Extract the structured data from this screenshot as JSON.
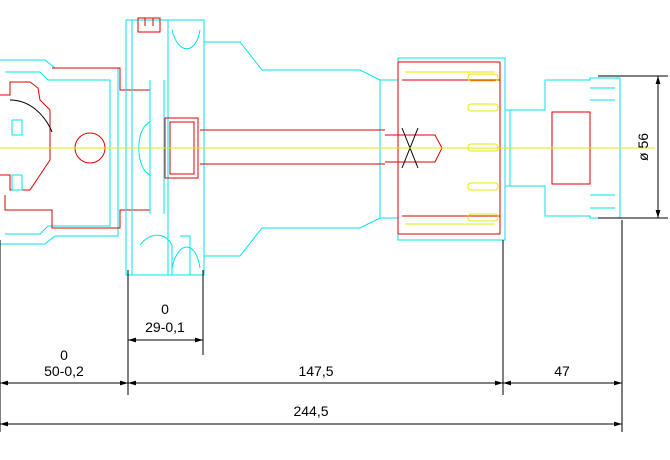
{
  "dimensions": {
    "tol_29_upper": "0",
    "tol_29_lower": "29-0,1",
    "tol_50_upper": "0",
    "tol_50_lower": "50-0,2",
    "len_147": "147,5",
    "len_47": "47",
    "len_total": "244,5",
    "dia_56": "ø 56"
  },
  "colors": {
    "outline": "#00e5ee",
    "section": "#e00000",
    "centerline": "#e8e800",
    "dimension": "#000000"
  }
}
